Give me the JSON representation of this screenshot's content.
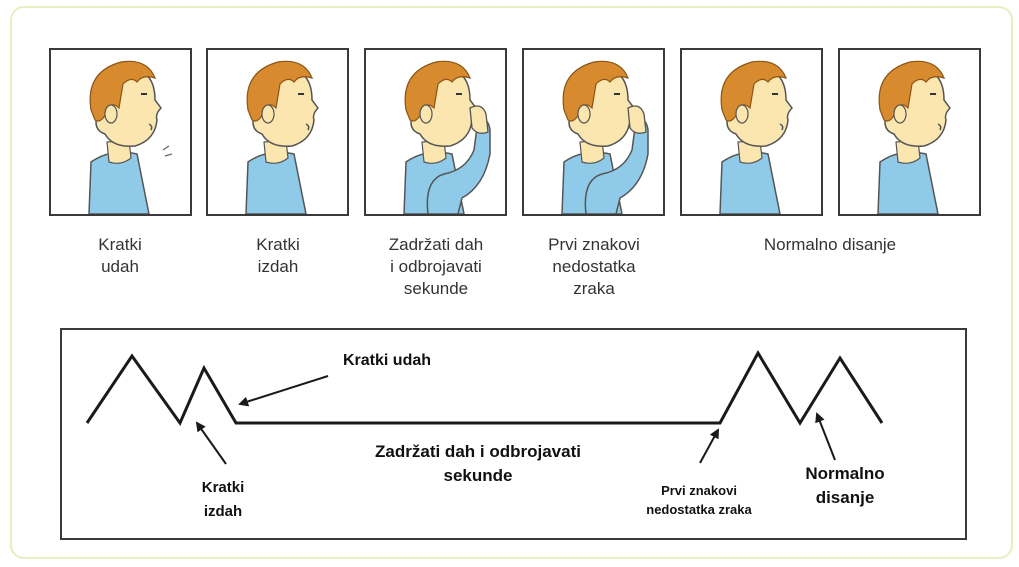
{
  "figure": {
    "panels": [
      {
        "pose": "inhale"
      },
      {
        "pose": "exhale"
      },
      {
        "pose": "hold-nose"
      },
      {
        "pose": "hold-nose"
      },
      {
        "pose": "breathe"
      },
      {
        "pose": "breathe"
      }
    ],
    "captions": [
      "Kratki\nudah",
      "Kratki\nizdah",
      "Zadržati dah\ni odbrojavati\nsekunde",
      "Prvi znakovi\nnedostatka\nzraka",
      "Normalno disanje"
    ]
  },
  "graph": {
    "labels": {
      "kratki_udah": "Kratki udah",
      "kratki_izdah": "Kratki\nizdah",
      "zadrzati": "Zadržati dah i odbrojavati\nsekunde",
      "prvi_znakovi": "Prvi znakovi\nnedostatka zraka",
      "normalno": "Normalno\ndisanje"
    }
  },
  "colors": {
    "hair": "#d88a2f",
    "skin": "#fbe6b0",
    "shirt": "#8fcbe9",
    "line": "#2b2b2b",
    "card_border": "#e9edc2"
  }
}
